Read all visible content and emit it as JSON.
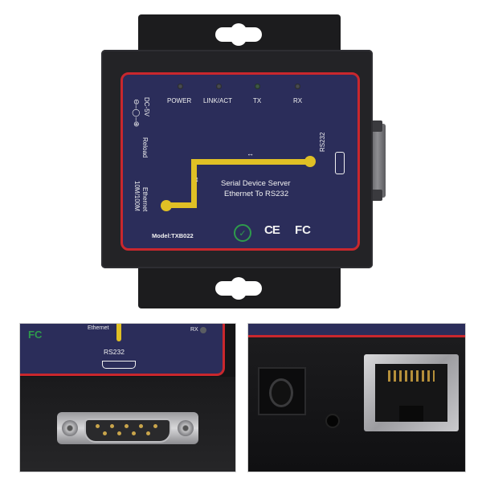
{
  "device": {
    "leds": [
      {
        "label": "POWER",
        "color": "#5c4a3a"
      },
      {
        "label": "LINK/ACT",
        "color": "#4a4d52"
      },
      {
        "label": "TX",
        "color": "#3f5a48"
      },
      {
        "label": "RX",
        "color": "#4a4d52"
      }
    ],
    "left_labels": {
      "dc": "DC-5V",
      "reload": "Reload",
      "ethernet": "Ethernet",
      "speed": "10M/100M"
    },
    "rs232_label": "RS232",
    "server_line1": "Serial Device Server",
    "server_line2": "Ethernet To RS232",
    "model": "Model:TXB022",
    "certs": {
      "ce": "CE",
      "fc": "FC"
    }
  },
  "detail_left": {
    "fc": "FC",
    "rs232_label": "RS232",
    "rx": "RX",
    "ethernet_fragment": "Ethernet"
  },
  "colors": {
    "panel": "#2b2d5a",
    "border_red": "#c9272d",
    "trace_yellow": "#e0c025",
    "case_black": "#232326"
  }
}
